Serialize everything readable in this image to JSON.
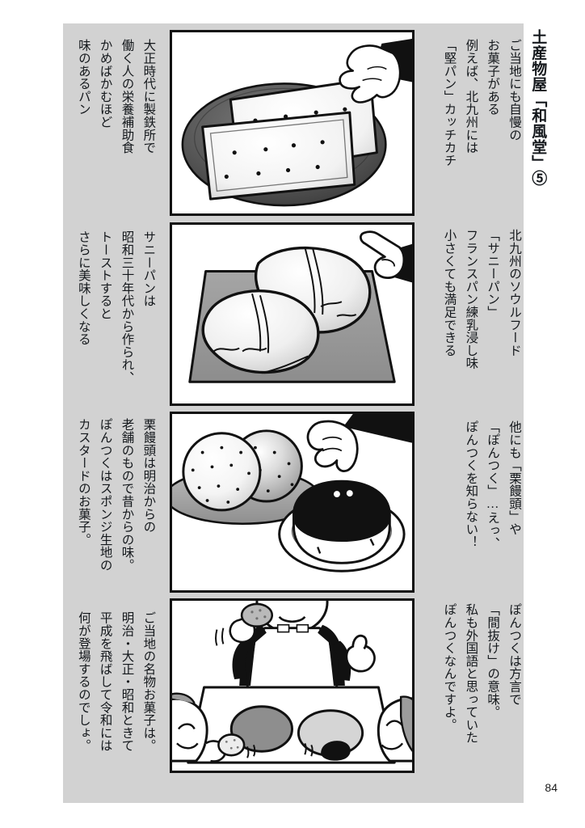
{
  "page": {
    "title": "土産物屋「和風堂」⑤",
    "page_number": "84",
    "sheet_color": "#d2d2d2",
    "ink_color": "#14181c"
  },
  "panels": [
    {
      "id": "panel-1",
      "scene": "堅パン（かたパン）二枚が濃い色の楕円皿にのっていて、右上から手が伸びている",
      "right_text": [
        "ご当地にも自慢の",
        "お菓子がある",
        "例えば、北九州には",
        "「堅パン」カッチカチ"
      ],
      "left_text": [
        "大正時代に製鉄所で",
        "働く人の栄養補助食",
        "かめばかむほど",
        "味のあるパン"
      ]
    },
    {
      "id": "panel-2",
      "scene": "サニーパン二個が灰色の角皿にのっていて、右上から指さす手が出ている",
      "right_text": [
        "北九州のソウルフード",
        "「サニーパン」",
        "フランスパン練乳浸し味",
        "小さくても満足できる"
      ],
      "left_text": [
        "サニーパンは",
        "昭和三十年代から作られ、",
        "トーストすると",
        "さらに美味しくなる"
      ]
    },
    {
      "id": "panel-3",
      "scene": "栗饅頭二個が皿にのり、右下には黒い上面のぽんつくが白い皿にのっている。右上から手が伸びる",
      "right_text": [
        "他にも「栗饅頭」や",
        "「ぽんつく」…えっ、",
        "ぽんつくを知らない！"
      ],
      "left_text": [
        "栗饅頭は明治からの",
        "老舗のもので昔からの味。",
        "ぽんつくはスポンジ生地の",
        "カスタードのお菓子。"
      ]
    },
    {
      "id": "panel-4",
      "scene": "エプロン姿の店主がカウンターの奥に立ち、手前の二人の客がお菓子を手にしている",
      "right_text": [
        "ぽんつくは方言で",
        "「間抜け」の意味。",
        "私も外国語と思っていた",
        "ぽんつくなんですよ。"
      ],
      "left_text": [
        "ご当地の名物お菓子は。",
        "明治・大正・昭和ときて",
        "平成を飛ばして令和には",
        "何が登場するのでしょ。"
      ]
    }
  ]
}
